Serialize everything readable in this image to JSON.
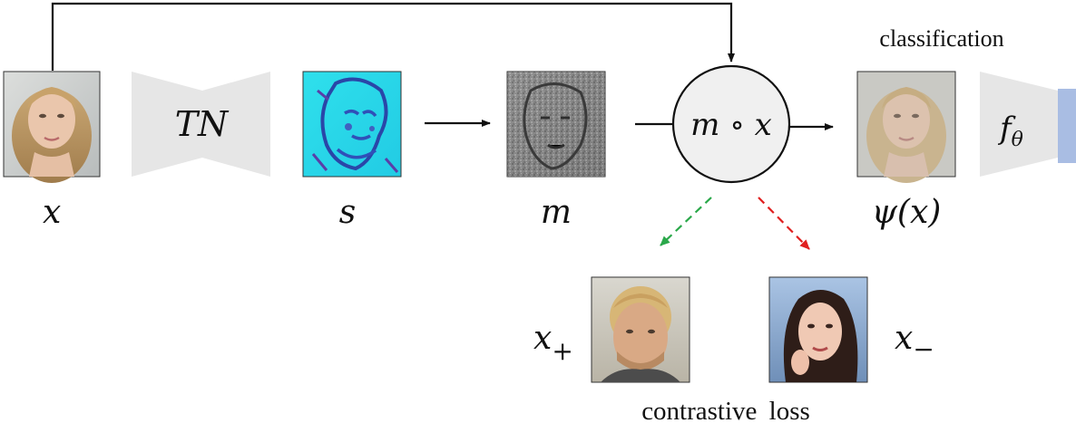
{
  "labels": {
    "input": "x",
    "transform_network": "TN",
    "saliency": "s",
    "mask": "m",
    "masked_op": "m ∘ x",
    "output": "ψ(x)",
    "classifier": "f",
    "classifier_sub": "θ",
    "classification": "classification",
    "positive": "x",
    "positive_sub": "+",
    "negative": "x",
    "negative_sub": "−",
    "contrastive_loss": "contrastive loss"
  },
  "colors": {
    "network_fill": "#e6e6e6",
    "positive_arrow": "#2aa84a",
    "negative_arrow": "#e02020",
    "classifier_output": "#a9bde3"
  }
}
